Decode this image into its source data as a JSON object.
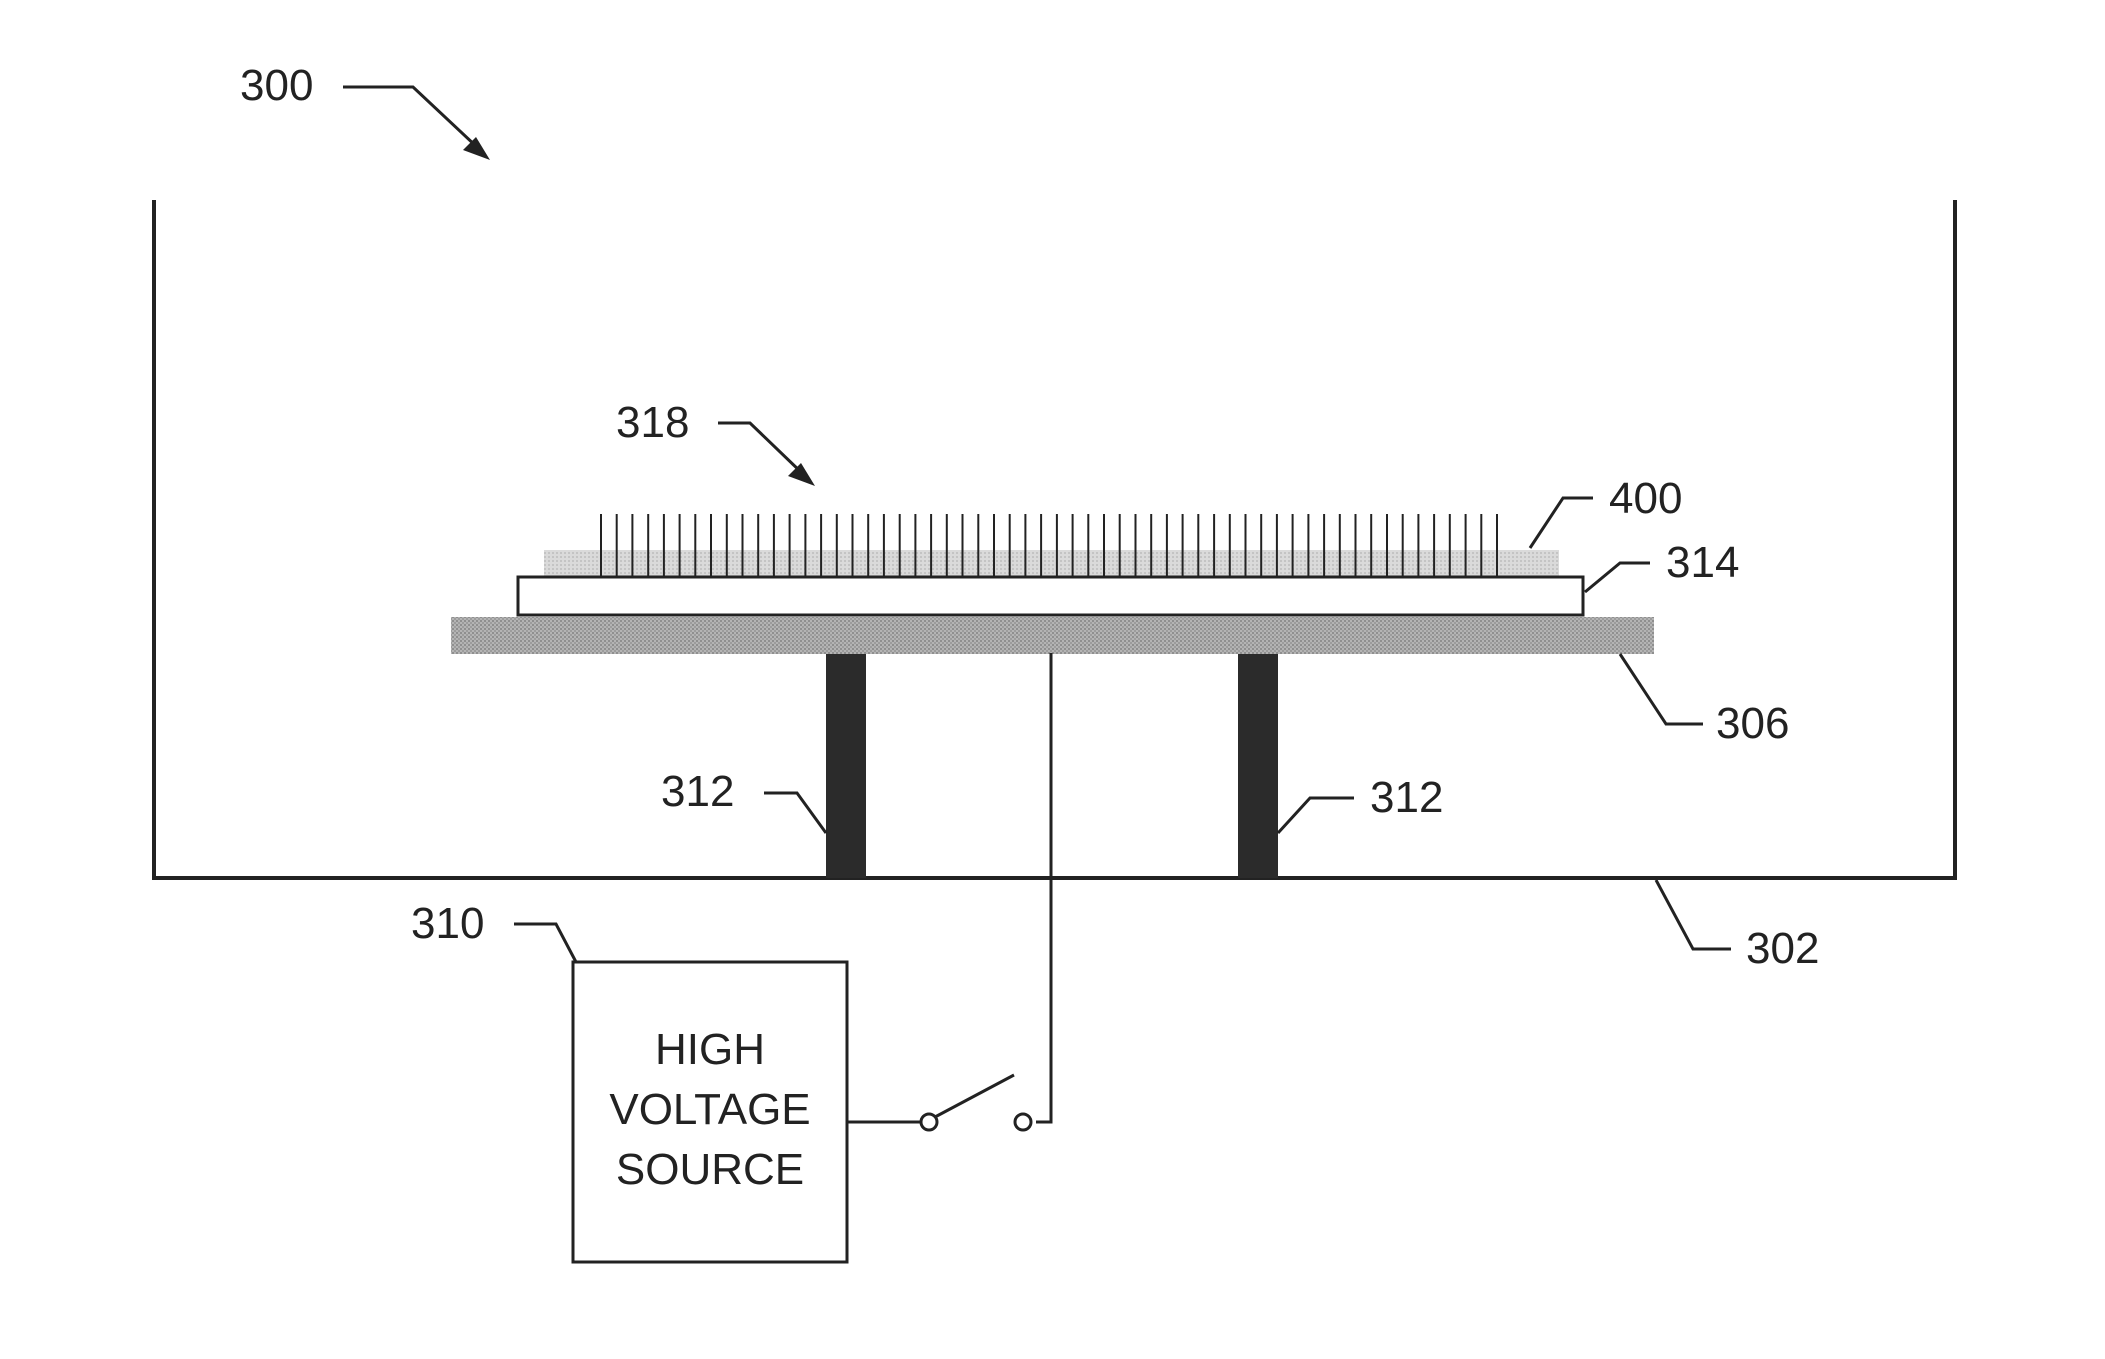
{
  "figure": {
    "labels": {
      "apparatus": "300",
      "nanostructures": "318",
      "coating": "400",
      "substrate": "314",
      "platform": "306",
      "support_left": "312",
      "support_right": "312",
      "power_source": "310",
      "tank": "302"
    },
    "source_box": {
      "line1": "HIGH",
      "line2": "VOLTAGE",
      "line3": "SOURCE"
    },
    "colors": {
      "ink": "#222222",
      "platform_fill": "#a9a9a9",
      "coating_fill": "#d3d3d3",
      "support_fill": "#2b2b2b"
    },
    "switch_state": "open"
  }
}
